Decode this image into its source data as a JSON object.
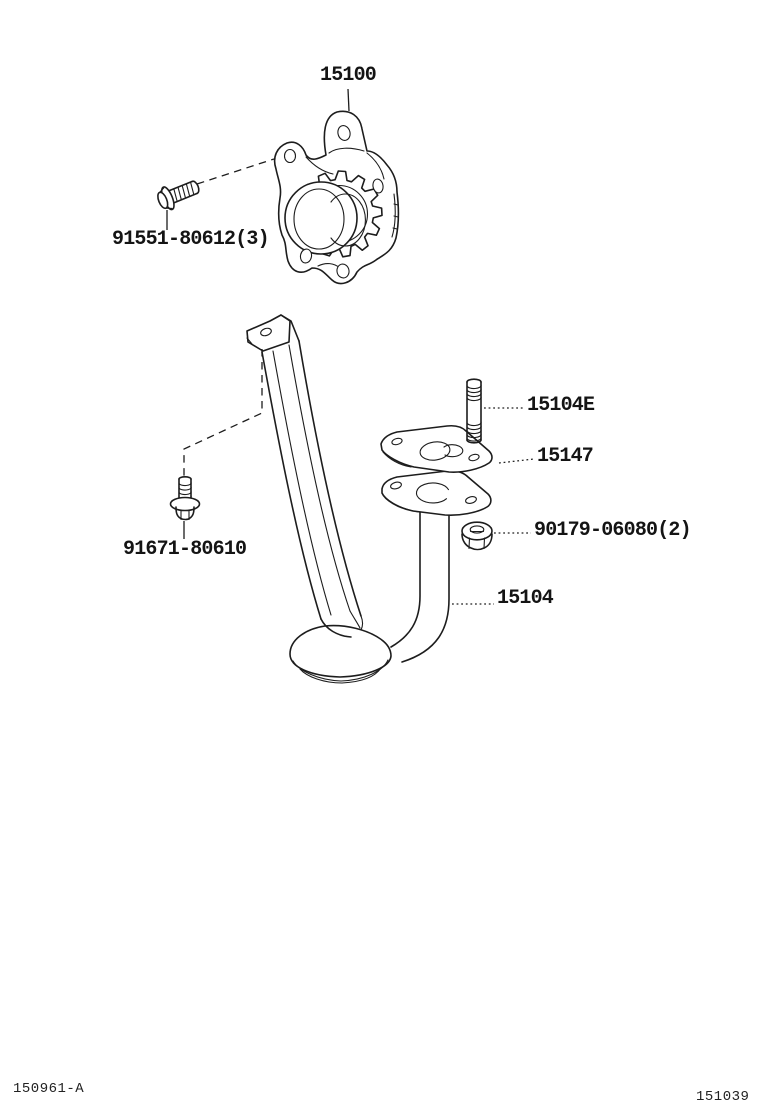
{
  "colors": {
    "ink": "#1d1d1d",
    "background": "#ffffff"
  },
  "callouts": {
    "oil_pump": "15100",
    "pump_bolt": "91551-80612(3)",
    "stud": "15104E",
    "gasket": "15147",
    "nut": "90179-06080(2)",
    "oil_strainer": "15104",
    "bracket_bolt": "91671-80610"
  },
  "footer": {
    "left_code": "150961-A",
    "right_code": "151039"
  }
}
